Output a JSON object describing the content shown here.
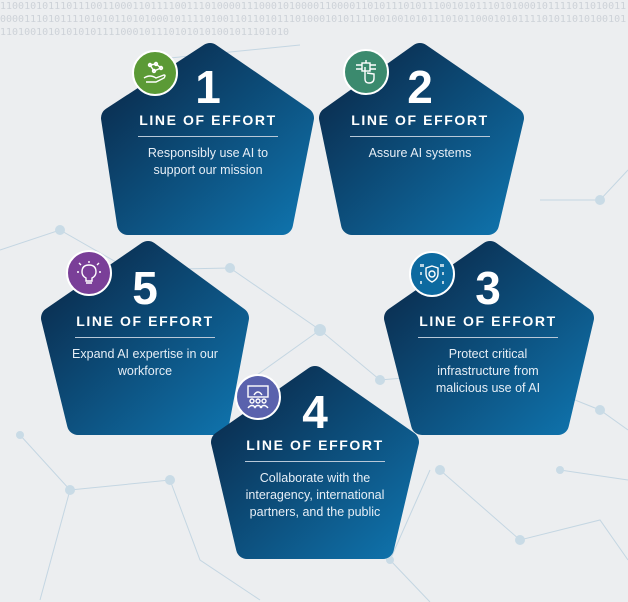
{
  "binary_background": "1100101011101110011000110111100111010000111000101000011000011010111010111001010111010100010111101101001100001110101111010101101010001011110100110110101110100010101111001001010111010110001010111101011010100101110100101010101011110001011101010101001011101010",
  "lines_of_effort": [
    {
      "number": "1",
      "label": "LINE OF EFFORT",
      "description": "Responsibly use AI to support our mission",
      "icon": "hand-network-icon",
      "icon_color": "#5b9a36"
    },
    {
      "number": "2",
      "label": "LINE OF EFFORT",
      "description": "Assure AI systems",
      "icon": "touch-circuit-icon",
      "icon_color": "#3b8a6e"
    },
    {
      "number": "3",
      "label": "LINE OF EFFORT",
      "description": "Protect critical infrastructure from malicious use of AI",
      "icon": "shield-binary-icon",
      "icon_color": "#0d6aa0"
    },
    {
      "number": "4",
      "label": "LINE OF EFFORT",
      "description": "Collaborate with the interagency, international partners, and the public",
      "icon": "people-presentation-icon",
      "icon_color": "#5a62ad"
    },
    {
      "number": "5",
      "label": "LINE OF EFFORT",
      "description": "Expand AI expertise in our workforce",
      "icon": "lightbulb-brain-icon",
      "icon_color": "#7a3f98"
    }
  ],
  "colors": {
    "pentagon_dark": "#0b2e50",
    "pentagon_light": "#0f6fa8",
    "background": "#eceef0"
  }
}
